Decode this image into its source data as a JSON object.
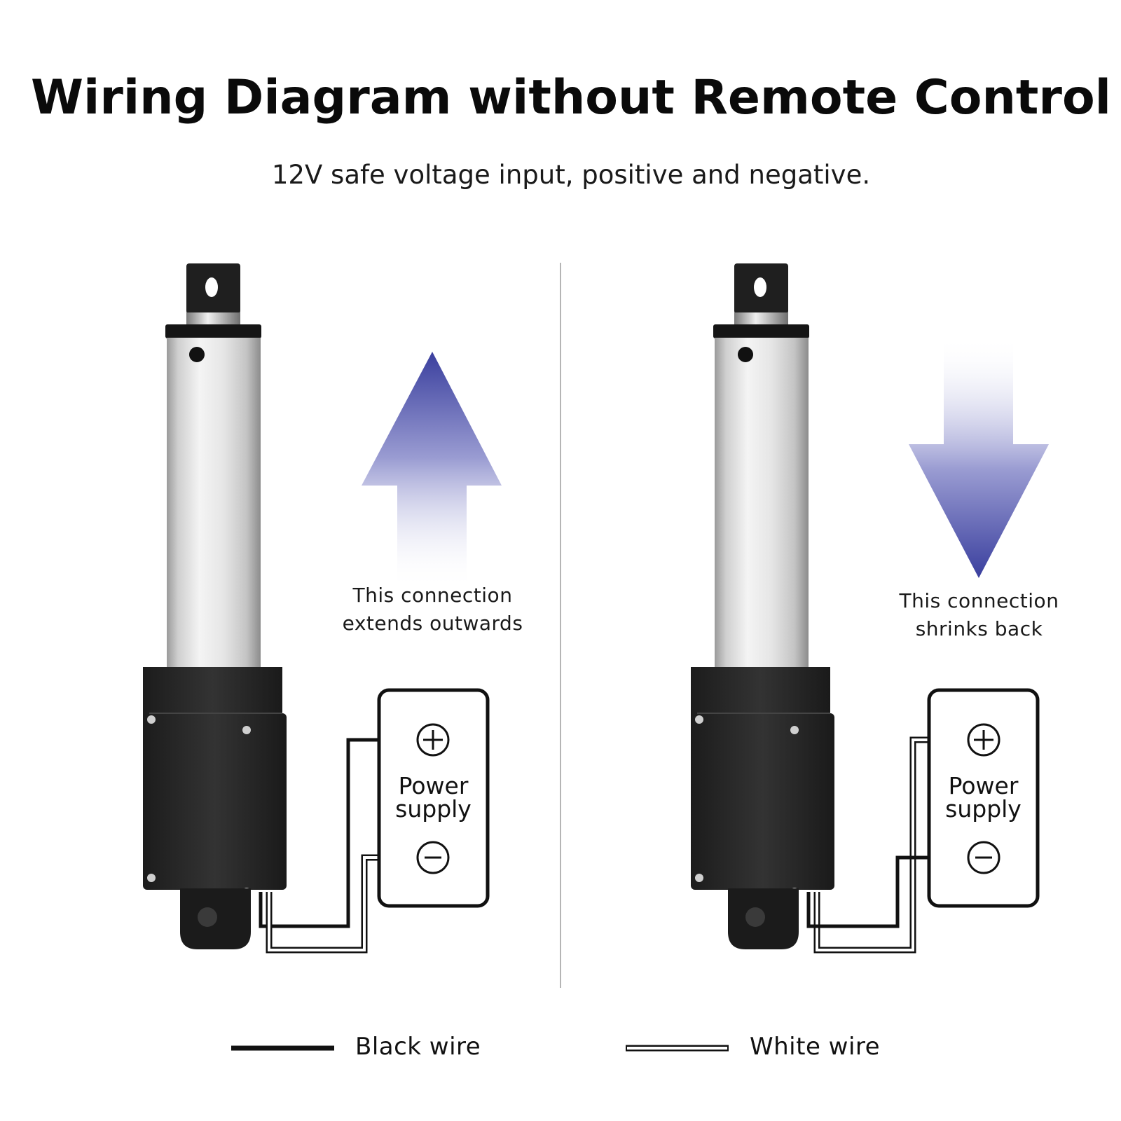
{
  "header": {
    "title": "Wiring Diagram without Remote Control",
    "subtitle": "12V safe voltage input, positive and negative."
  },
  "panels": [
    {
      "caption_line1": "This connection",
      "caption_line2": "extends outwards",
      "arrow_direction": "up",
      "power_supply_line1": "Power",
      "power_supply_line2": "supply",
      "positive_symbol": "+",
      "negative_symbol": "−"
    },
    {
      "caption_line1": "This connection",
      "caption_line2": "shrinks back",
      "arrow_direction": "down",
      "power_supply_line1": "Power",
      "power_supply_line2": "supply",
      "positive_symbol": "+",
      "negative_symbol": "−"
    }
  ],
  "legend": {
    "black_wire": "Black wire",
    "white_wire": "White wire"
  },
  "colors": {
    "arrow": "#3a3f9e",
    "actuator_body": "#2b2b2b",
    "actuator_tube": "#d8d8d8"
  }
}
